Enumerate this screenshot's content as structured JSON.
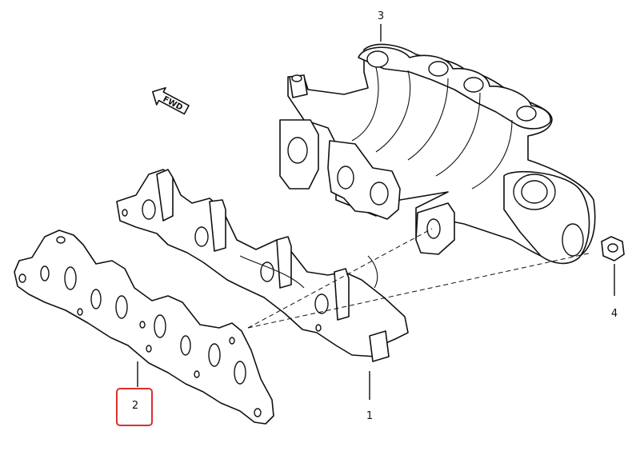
{
  "callouts": {
    "intake_manifold": "3",
    "exhaust_manifold": "1",
    "gasket": "2",
    "nut": "4"
  },
  "fwd_label": "FWD",
  "colors": {
    "highlight": "#d9302f",
    "line": "#111111"
  }
}
